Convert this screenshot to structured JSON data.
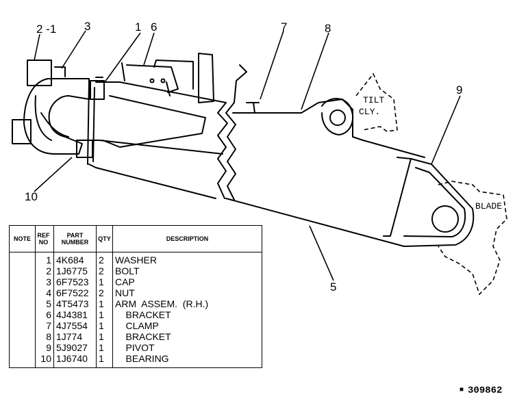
{
  "callouts": [
    "2 -1",
    "3",
    "1",
    "6",
    "7",
    "8",
    "9",
    "10",
    "5"
  ],
  "notes": {
    "tilt_line1": "TILT",
    "tilt_line2": "CLY.",
    "blade": "BLADE"
  },
  "table": {
    "headers": {
      "note": "NOTE",
      "ref_line1": "REF",
      "ref_line2": "NO",
      "part_line1": "PART",
      "part_line2": "NUMBER",
      "qty": "QTY",
      "description": "DESCRIPTION"
    },
    "rows": [
      {
        "note": "",
        "ref": "1",
        "part": "4K684",
        "qty": "2",
        "description": "WASHER"
      },
      {
        "note": "",
        "ref": "2",
        "part": "1J6775",
        "qty": "2",
        "description": "BOLT"
      },
      {
        "note": "",
        "ref": "3",
        "part": "6F7523",
        "qty": "1",
        "description": "CAP"
      },
      {
        "note": "",
        "ref": "4",
        "part": "6F7522",
        "qty": "2",
        "description": "NUT"
      },
      {
        "note": "",
        "ref": "5",
        "part": "4T5473",
        "qty": "1",
        "description": "ARM  ASSEM.  (R.H.)"
      },
      {
        "note": "",
        "ref": "6",
        "part": "4J4381",
        "qty": "1",
        "description": "    BRACKET"
      },
      {
        "note": "",
        "ref": "7",
        "part": "4J7554",
        "qty": "1",
        "description": "    CLAMP"
      },
      {
        "note": "",
        "ref": "8",
        "part": "1J774",
        "qty": "1",
        "description": "    BRACKET"
      },
      {
        "note": "",
        "ref": "9",
        "part": "5J9027",
        "qty": "1",
        "description": "    PIVOT"
      },
      {
        "note": "",
        "ref": "10",
        "part": "1J6740",
        "qty": "1",
        "description": "    BEARING"
      }
    ]
  },
  "drawing_number": {
    "mark": "■",
    "number": "309862"
  }
}
